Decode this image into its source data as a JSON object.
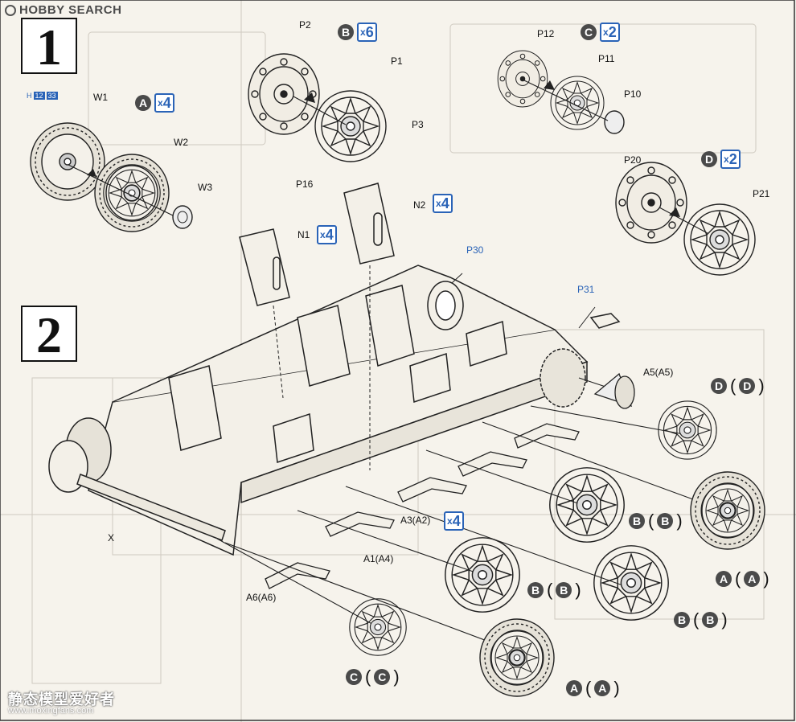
{
  "header": {
    "logo_text": "HOBBY SEARCH"
  },
  "hand_ref": {
    "prefix": "H",
    "a": "12",
    "b": "33"
  },
  "steps": {
    "one": "1",
    "two": "2"
  },
  "badges": {
    "a": {
      "letter": "A",
      "qty": "4"
    },
    "b": {
      "letter": "B",
      "qty": "6"
    },
    "c": {
      "letter": "C",
      "qty": "2"
    },
    "d": {
      "letter": "D",
      "qty": "2"
    },
    "n1_qty": "4",
    "n2_qty": "4",
    "a3_qty": "4",
    "times": "x"
  },
  "parts": {
    "w1": "W1",
    "w2": "W2",
    "w3": "W3",
    "p1": "P1",
    "p2": "P2",
    "p3": "P3",
    "p16": "P16",
    "p10": "P10",
    "p11": "P11",
    "p12": "P12",
    "p20": "P20",
    "p21": "P21",
    "p30": "P30",
    "p31": "P31",
    "n1": "N1",
    "n2": "N2",
    "a5": "A5(A5)",
    "a3": "A3(A2)",
    "a1": "A1(A4)",
    "a6": "A6(A6)",
    "x": "X"
  },
  "wheel_callouts": {
    "d_left": "D",
    "d_right": "D",
    "a_upper_left": "A",
    "a_upper_right": "A",
    "b_upper_left": "B",
    "b_upper_right": "B",
    "b_mid_left": "B",
    "b_mid_right": "B",
    "b_low_left": "B",
    "b_low_right": "B",
    "c_left": "C",
    "c_right": "C",
    "a_low_left": "A",
    "a_low_right": "A"
  },
  "watermark": {
    "line1": "静态模型爱好者",
    "line2": "www.moxingfans.com"
  }
}
